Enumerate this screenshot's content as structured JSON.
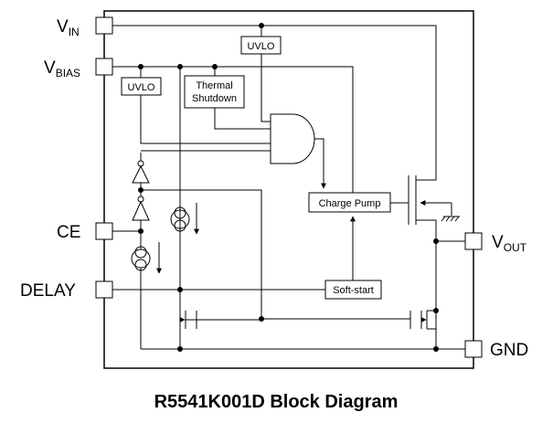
{
  "title": "R5541K001D Block Diagram",
  "pins": {
    "vin": {
      "main": "V",
      "sub": "IN"
    },
    "vbias": {
      "main": "V",
      "sub": "BIAS"
    },
    "ce": {
      "main": "CE"
    },
    "delay": {
      "main": "DELAY"
    },
    "vout": {
      "main": "V",
      "sub": "OUT"
    },
    "gnd": {
      "main": "GND"
    }
  },
  "blocks": {
    "uvlo_top": "UVLO",
    "uvlo_left": "UVLO",
    "thermal_line1": "Thermal",
    "thermal_line2": "Shutdown",
    "charge_pump": "Charge Pump",
    "soft_start": "Soft-start"
  }
}
